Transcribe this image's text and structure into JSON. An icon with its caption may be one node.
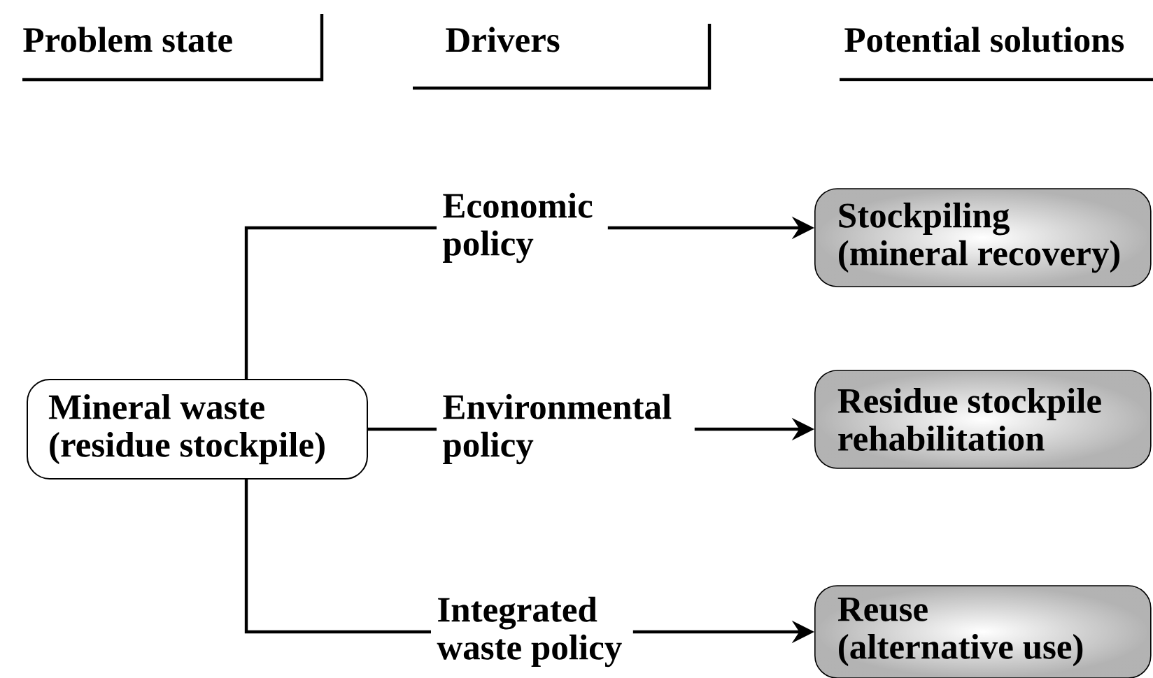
{
  "diagram": {
    "nodes": [
      {
        "text": [
          "Mineral waste (residue stockpile)"
        ]
      },
      {
        "text": [
          "Economic policy"
        ]
      },
      {
        "text": [
          "Environmental policy"
        ]
      },
      {
        "text": [
          "Integrated waste policy"
        ]
      },
      {
        "text": [
          "Stockpiling (mineral recovery)"
        ]
      },
      {
        "text": [
          "Residue stockpile rehabilitation"
        ]
      },
      {
        "text": [
          "Reuse (alternative use)"
        ]
      }
    ],
    "edges": [
      {
        "from": 0,
        "to": 1,
        "arrow": "none"
      },
      {
        "from": 0,
        "to": 2,
        "arrow": "none"
      },
      {
        "from": 0,
        "to": 3,
        "arrow": "none"
      },
      {
        "from": 1,
        "to": 4,
        "arrow": "to"
      },
      {
        "from": 2,
        "to": 5,
        "arrow": "to"
      },
      {
        "from": 3,
        "to": 6,
        "arrow": "to"
      }
    ],
    "labels": [
      "Problem state",
      "Drivers",
      "Potential solutions"
    ]
  }
}
